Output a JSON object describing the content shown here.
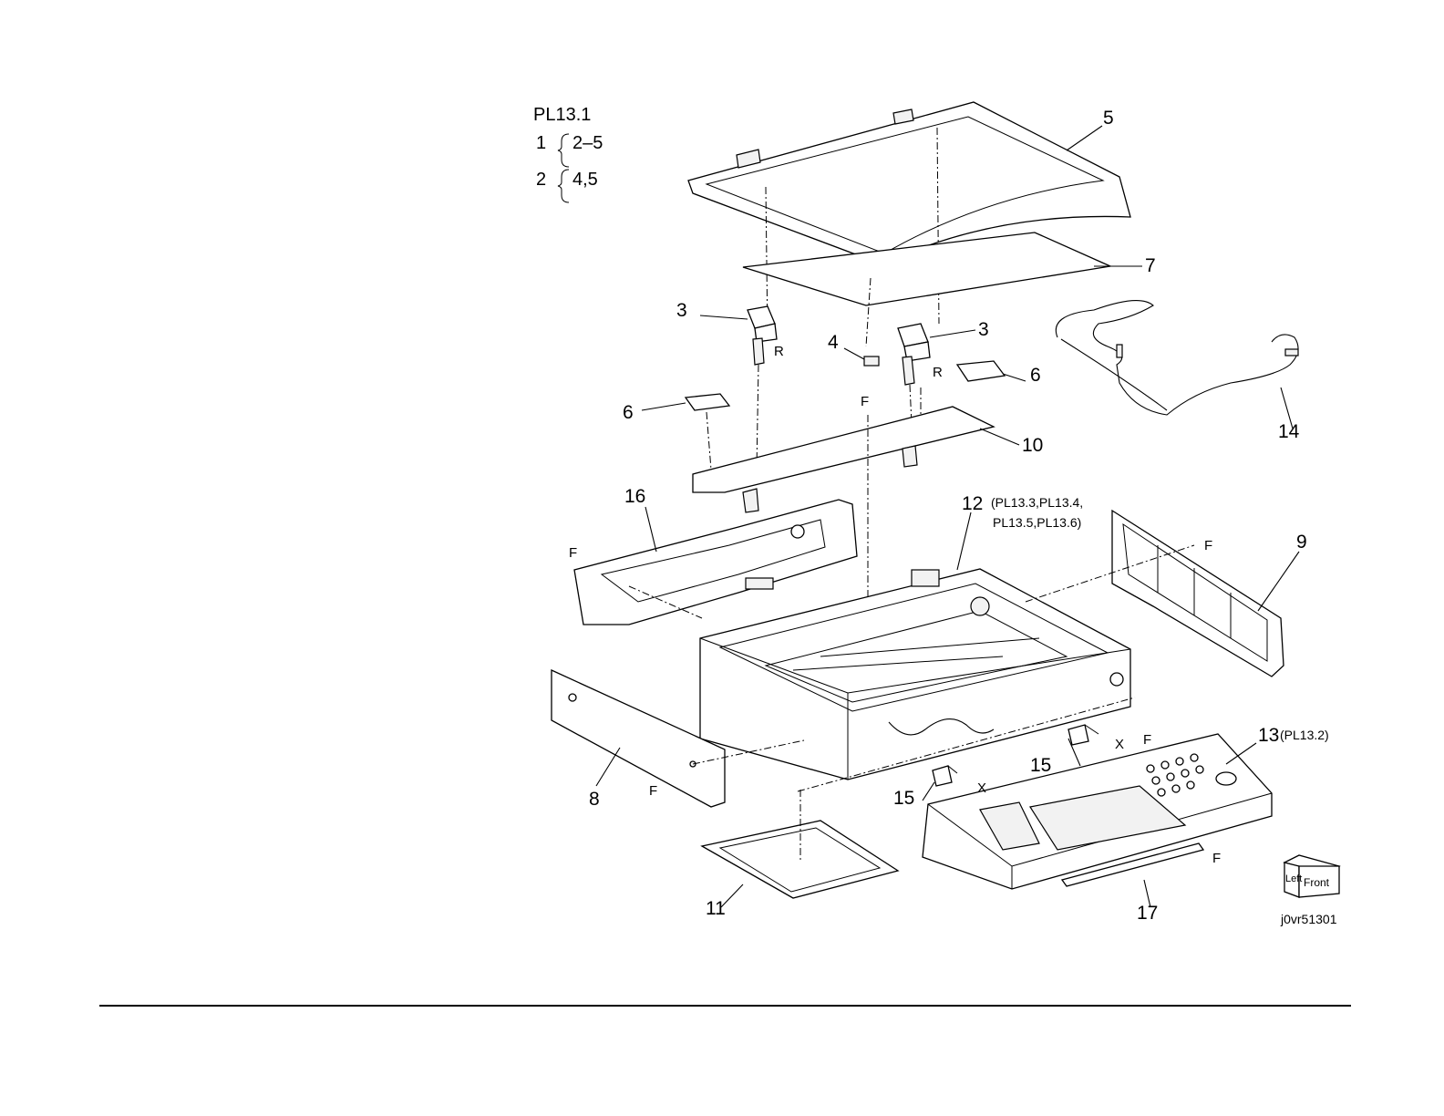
{
  "header": {
    "plate": "PL13.1",
    "kit1_number": "1",
    "kit1_range": "2–5",
    "kit2_number": "2",
    "kit2_range": "4,5"
  },
  "callouts": {
    "p3a": "3",
    "p3b": "3",
    "p4": "4",
    "p5": "5",
    "p6a": "6",
    "p6b": "6",
    "p7": "7",
    "p8": "8",
    "p9": "9",
    "p10": "10",
    "p11": "11",
    "p12": "12",
    "p13": "13",
    "p14": "14",
    "p15a": "15",
    "p15b": "15",
    "p16": "16",
    "p17": "17"
  },
  "references": {
    "p12_ref_line1": "(PL13.3,PL13.4,",
    "p12_ref_line2": "PL13.5,PL13.6)",
    "p13_ref": "(PL13.2)"
  },
  "markers": {
    "r1": "R",
    "r2": "R",
    "f1": "F",
    "f2": "F",
    "f3": "F",
    "f4": "F",
    "f5": "F",
    "f6": "F",
    "x1": "X",
    "x2": "X"
  },
  "orientation": {
    "left": "Left",
    "front": "Front"
  },
  "figure_id": "j0vr51301"
}
